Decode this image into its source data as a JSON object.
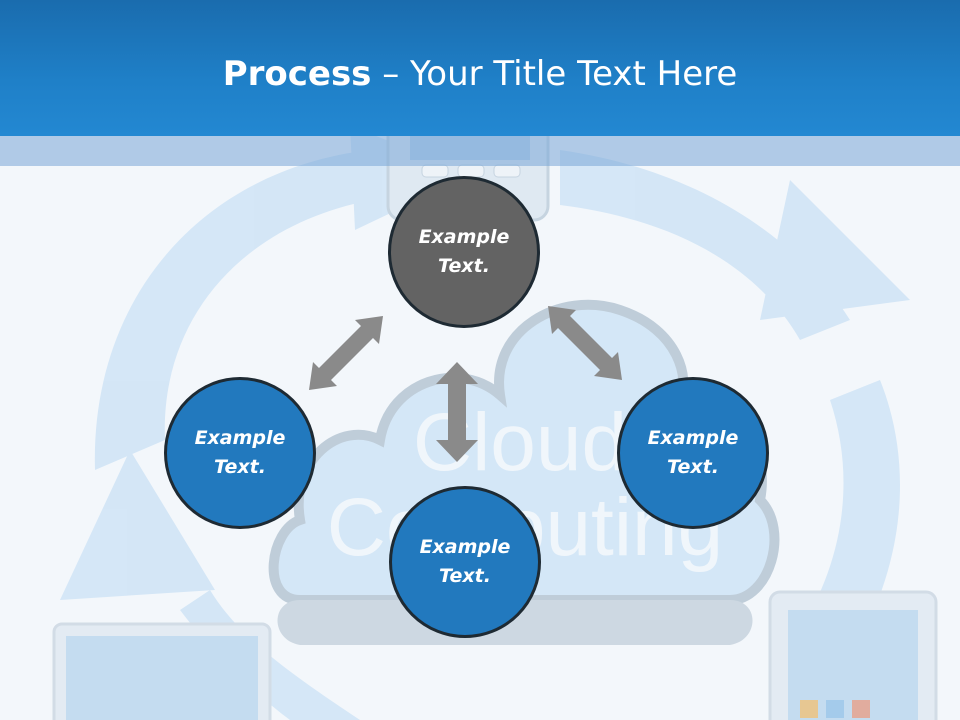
{
  "slide": {
    "title_bold": "Process",
    "title_rest": " – Your Title Text Here"
  },
  "background": {
    "cloud_word_1": "Cloud",
    "cloud_word_2": "Computing"
  },
  "nodes": {
    "top": "Example Text.",
    "left": "Example Text.",
    "right": "Example Text.",
    "bottom": "Example Text."
  },
  "colors": {
    "header": "#1f80c8",
    "node_blue": "#2279be",
    "node_gray": "#636363",
    "arrow": "#8a8a8a"
  }
}
